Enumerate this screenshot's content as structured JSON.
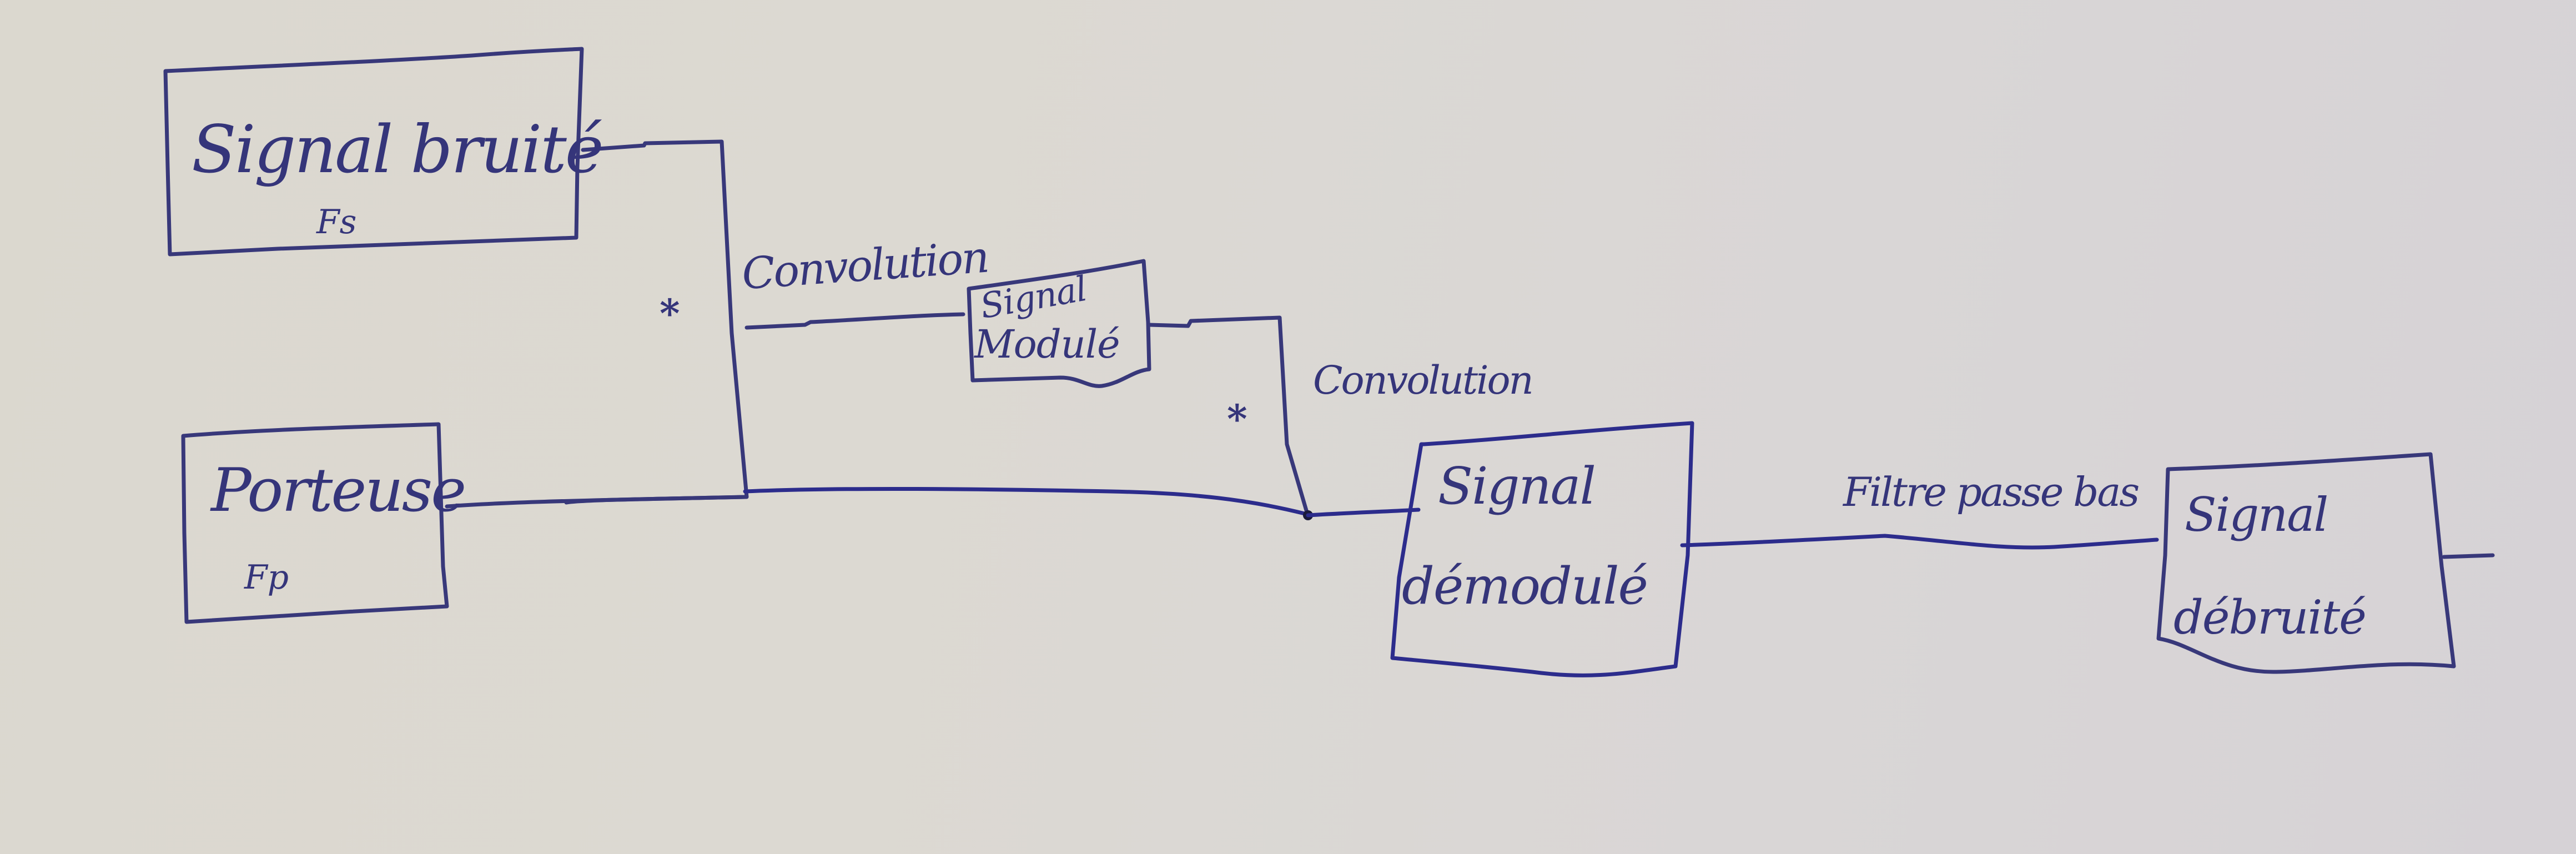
{
  "diagram": {
    "type": "block-diagram",
    "description": "Hand-drawn signal processing chain: modulation then demodulation and low-pass filtering",
    "colors": {
      "paper": "#dcd9d2",
      "ink": "#35357a",
      "ink_bright": "#2a2aa0"
    },
    "blocks": {
      "noisy_signal": {
        "title": "Signal bruité",
        "sub": "Fs"
      },
      "carrier": {
        "title": "Porteuse",
        "sub": "Fp"
      },
      "modulated": {
        "line1": "Signal",
        "line2": "Modulé"
      },
      "demodulated": {
        "line1": "Signal",
        "line2": "démodulé"
      },
      "denoised": {
        "line1": "Signal",
        "line2": "débruité"
      }
    },
    "operators": {
      "mult1": "*",
      "mult2": "*"
    },
    "edges": {
      "conv1": "Convolution",
      "conv2": "Convolution",
      "lowpass": "Filtre passe bas"
    }
  }
}
